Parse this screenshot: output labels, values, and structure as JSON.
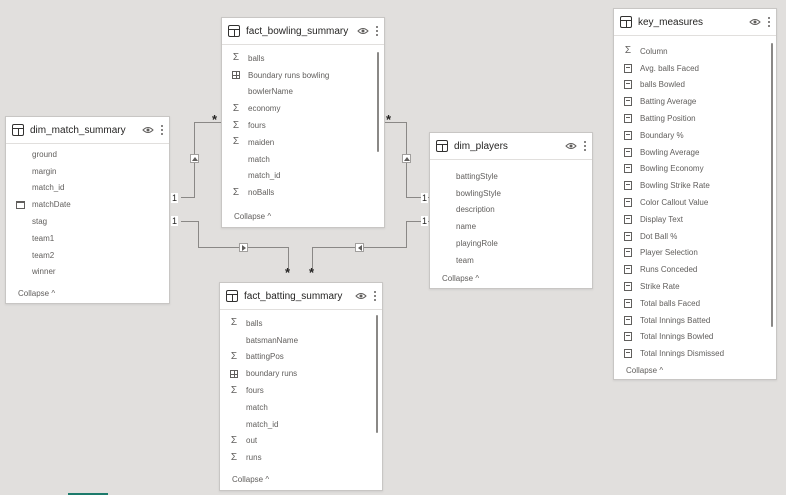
{
  "tables": {
    "dim_match_summary": {
      "title": "dim_match_summary",
      "fields": [
        {
          "name": "ground",
          "icon": "none"
        },
        {
          "name": "margin",
          "icon": "none"
        },
        {
          "name": "match_id",
          "icon": "none"
        },
        {
          "name": "matchDate",
          "icon": "calendar"
        },
        {
          "name": "stag",
          "icon": "none"
        },
        {
          "name": "team1",
          "icon": "none"
        },
        {
          "name": "team2",
          "icon": "none"
        },
        {
          "name": "winner",
          "icon": "none"
        }
      ],
      "collapse_label": "Collapse"
    },
    "fact_bowling_summary": {
      "title": "fact_bowling_summary",
      "fields": [
        {
          "name": "balls",
          "icon": "sum"
        },
        {
          "name": "Boundary runs bowling",
          "icon": "table"
        },
        {
          "name": "bowlerName",
          "icon": "none"
        },
        {
          "name": "economy",
          "icon": "sum"
        },
        {
          "name": "fours",
          "icon": "sum"
        },
        {
          "name": "maiden",
          "icon": "sum"
        },
        {
          "name": "match",
          "icon": "none"
        },
        {
          "name": "match_id",
          "icon": "none"
        },
        {
          "name": "noBalls",
          "icon": "sum"
        }
      ],
      "collapse_label": "Collapse"
    },
    "dim_players": {
      "title": "dim_players",
      "fields": [
        {
          "name": "battingStyle",
          "icon": "none"
        },
        {
          "name": "bowlingStyle",
          "icon": "none"
        },
        {
          "name": "description",
          "icon": "none"
        },
        {
          "name": "name",
          "icon": "none"
        },
        {
          "name": "playingRole",
          "icon": "none"
        },
        {
          "name": "team",
          "icon": "none"
        }
      ],
      "collapse_label": "Collapse"
    },
    "fact_batting_summary": {
      "title": "fact_batting_summary",
      "fields": [
        {
          "name": "balls",
          "icon": "sum"
        },
        {
          "name": "batsmanName",
          "icon": "none"
        },
        {
          "name": "battingPos",
          "icon": "sum"
        },
        {
          "name": "boundary runs",
          "icon": "table"
        },
        {
          "name": "fours",
          "icon": "sum"
        },
        {
          "name": "match",
          "icon": "none"
        },
        {
          "name": "match_id",
          "icon": "none"
        },
        {
          "name": "out",
          "icon": "sum"
        },
        {
          "name": "runs",
          "icon": "sum"
        }
      ],
      "collapse_label": "Collapse"
    },
    "key_measures": {
      "title": "key_measures",
      "fields": [
        {
          "name": "Column",
          "icon": "sum"
        },
        {
          "name": "Avg. balls Faced",
          "icon": "calc"
        },
        {
          "name": "balls Bowled",
          "icon": "calc"
        },
        {
          "name": "Batting Average",
          "icon": "calc"
        },
        {
          "name": "Batting Position",
          "icon": "calc"
        },
        {
          "name": "Boundary %",
          "icon": "calc"
        },
        {
          "name": "Bowling Average",
          "icon": "calc"
        },
        {
          "name": "Bowling Economy",
          "icon": "calc"
        },
        {
          "name": "Bowling Strike Rate",
          "icon": "calc"
        },
        {
          "name": "Color Callout Value",
          "icon": "calc"
        },
        {
          "name": "Display Text",
          "icon": "calc"
        },
        {
          "name": "Dot Ball %",
          "icon": "calc"
        },
        {
          "name": "Player Selection",
          "icon": "calc"
        },
        {
          "name": "Runs Conceded",
          "icon": "calc"
        },
        {
          "name": "Strike Rate",
          "icon": "calc"
        },
        {
          "name": "Total balls Faced",
          "icon": "calc"
        },
        {
          "name": "Total Innings Batted",
          "icon": "calc"
        },
        {
          "name": "Total Innings Bowled",
          "icon": "calc"
        },
        {
          "name": "Total Innings Dismissed",
          "icon": "calc"
        }
      ],
      "collapse_label": "Collapse"
    }
  },
  "cardinality": {
    "one": "1",
    "many": "*"
  },
  "colors": {
    "canvas": "#e1dfdd",
    "card": "#ffffff",
    "line": "#8a8886",
    "accent": "#1c7a6b"
  }
}
